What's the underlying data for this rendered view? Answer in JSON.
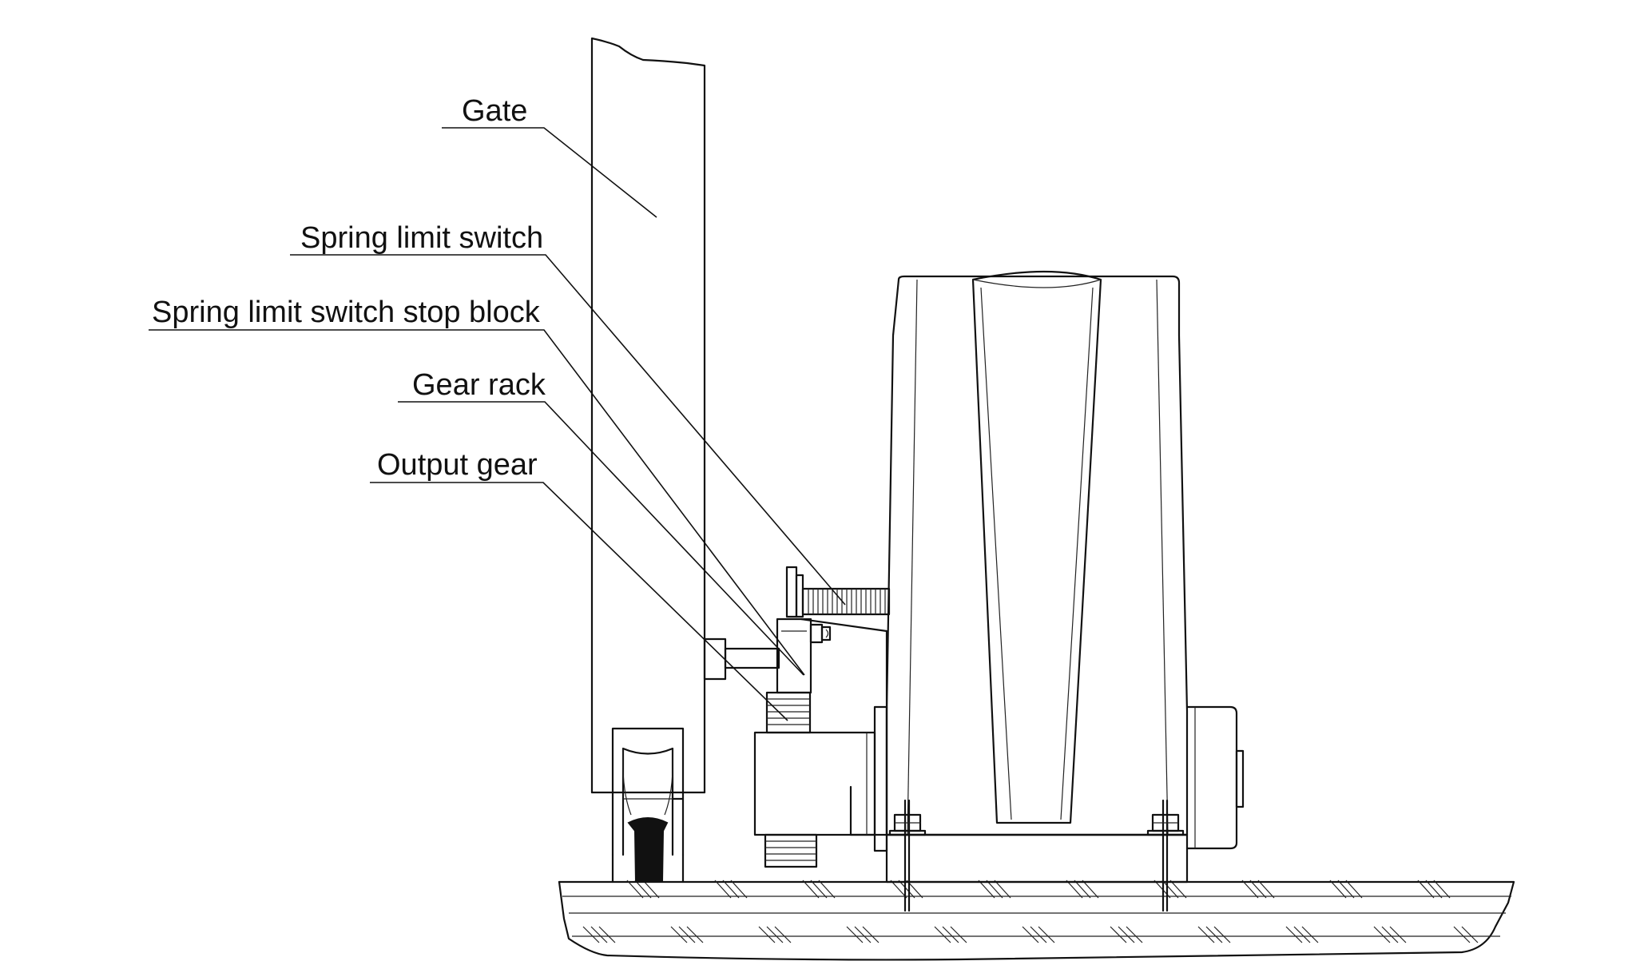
{
  "labels": {
    "gate": "Gate",
    "spring_limit_switch": "Spring limit switch",
    "spring_limit_switch_stop_block": "Spring limit switch stop block",
    "gear_rack": "Gear rack",
    "output_gear": "Output gear"
  }
}
